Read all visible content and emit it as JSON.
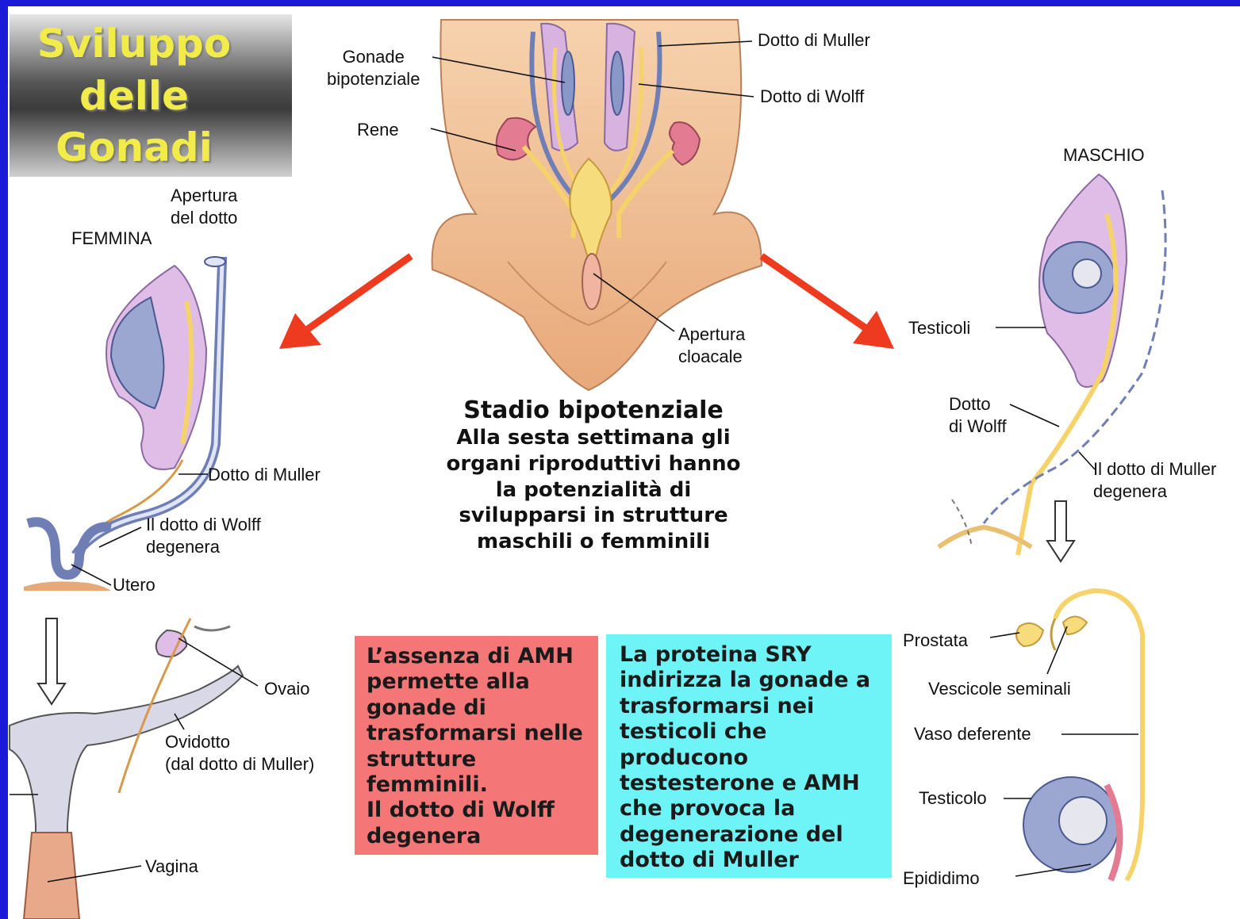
{
  "title": {
    "line1": "Sviluppo",
    "line2": "delle",
    "line3": "Gonadi"
  },
  "center": {
    "labels": {
      "gonade": "Gonade\nbipotenziale",
      "rene": "Rene",
      "dotto_muller": "Dotto di Muller",
      "dotto_wolff": "Dotto di Wolff",
      "apertura_cloacale": "Apertura\ncloacale"
    },
    "stage_title": "Stadio bipotenziale",
    "stage_text": [
      "Alla sesta settimana gli",
      "organi riproduttivi hanno",
      "la potenzialità di",
      "svilupparsi in strutture",
      "maschili o femminili"
    ]
  },
  "female": {
    "heading": "FEMMINA",
    "apertura_dotto": "Apertura\ndel dotto",
    "dotto_muller": "Dotto di Muller",
    "wolff_degenera": "Il dotto di Wolff\ndegenera",
    "utero": "Utero",
    "ovaio": "Ovaio",
    "ovidotto": "Ovidotto\n(dal dotto di Muller)",
    "vagina": "Vagina"
  },
  "male": {
    "heading": "MASCHIO",
    "testicoli": "Testicoli",
    "dotto_wolff": "Dotto\ndi Wolff",
    "muller_degenera": "Il dotto di Muller\ndegenera",
    "prostata": "Prostata",
    "vescicole": "Vescicole seminali",
    "vaso": "Vaso deferente",
    "testicolo": "Testicolo",
    "epididimo": "Epididimo"
  },
  "box_female": [
    "L’assenza di AMH",
    "permette alla",
    "gonade di",
    "trasformarsi nelle",
    "strutture",
    "femminili.",
    "Il dotto di Wolff",
    "degenera"
  ],
  "box_male": [
    "La proteina SRY",
    "indirizza la gonade a",
    "trasformarsi nei",
    "testicoli che",
    "producono",
    "testesterone e AMH",
    "che provoca la",
    "degenerazione del",
    "dotto di Muller"
  ],
  "colors": {
    "frame": "#1a1ad8",
    "title_text": "#f2ec4a",
    "arrow": "#ee3a1e",
    "box_female": "#f47676",
    "box_male": "#6ef4f7",
    "skin": "#f2c49b",
    "gonad": "#d9b3e0",
    "wolff_duct": "#f5d36a",
    "muller_duct": "#8a98c8"
  },
  "icons": [
    "red-arrow-left",
    "red-arrow-right",
    "down-arrow-outline"
  ]
}
